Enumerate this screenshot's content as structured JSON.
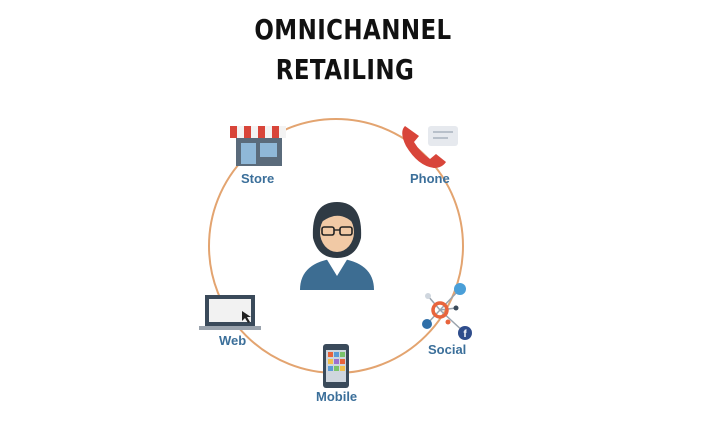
{
  "title": {
    "line1": "OMNICHANNEL",
    "line2": "RETAILING"
  },
  "channels": {
    "store": "Store",
    "phone": "Phone",
    "web": "Web",
    "mobile": "Mobile",
    "social": "Social"
  },
  "center": {
    "icon": "person-icon"
  },
  "colors": {
    "ring": "#e3a470",
    "label": "#3b6f9a",
    "accent": "#e8643c",
    "dark": "#3a4a5a"
  }
}
